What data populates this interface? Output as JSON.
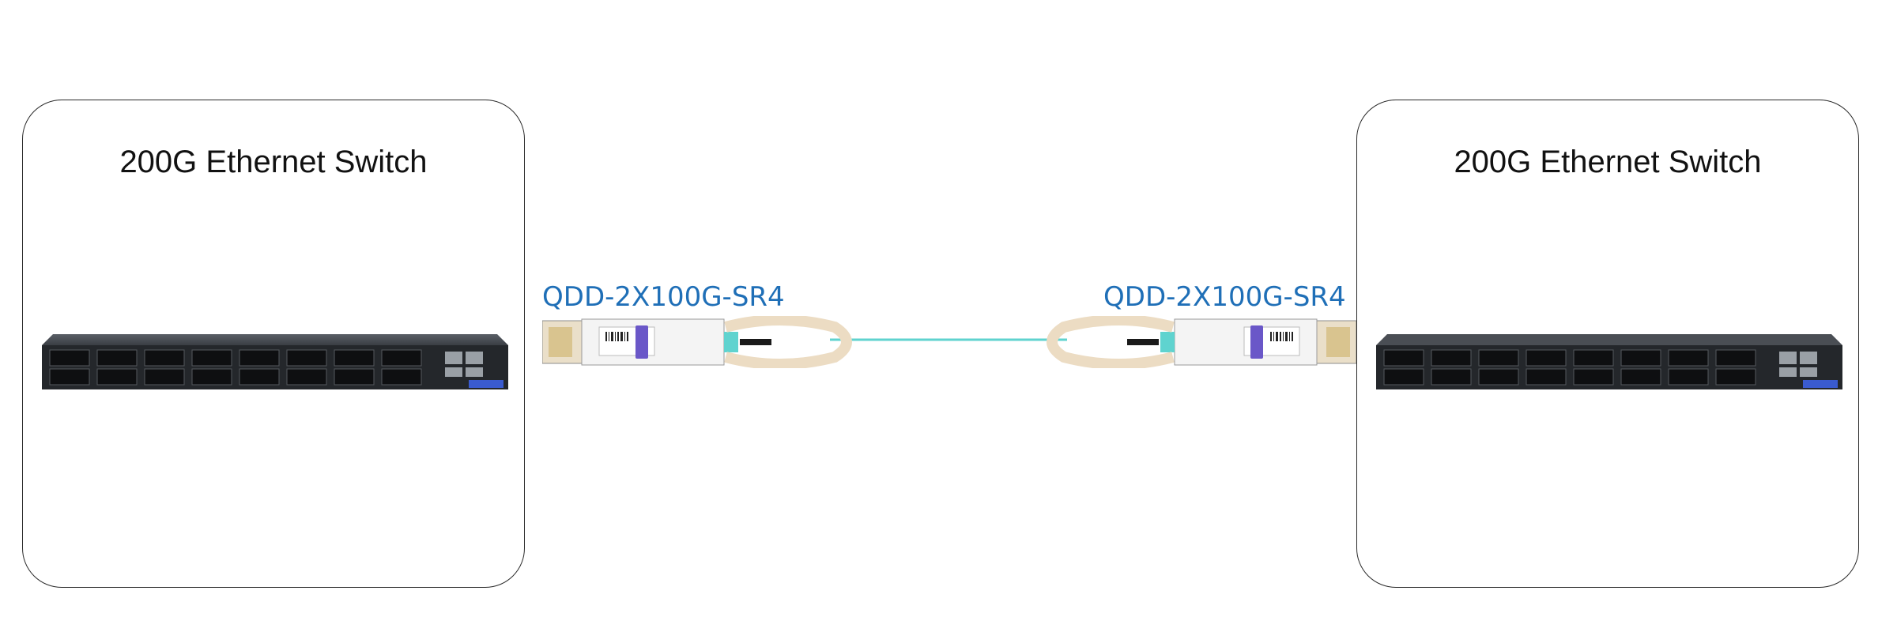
{
  "switches": {
    "left": {
      "title": "200G Ethernet Switch"
    },
    "right": {
      "title": "200G Ethernet Switch"
    }
  },
  "modules": {
    "left": {
      "label": "QDD-2X100G-SR4"
    },
    "right": {
      "label": "QDD-2X100G-SR4"
    }
  },
  "colors": {
    "label_blue": "#1f6fb7",
    "cable_aqua": "#5fd3cf",
    "module_tab": "#6a57c8",
    "pull_tab": "#ecdcc3",
    "switch_body": "#24272b"
  }
}
